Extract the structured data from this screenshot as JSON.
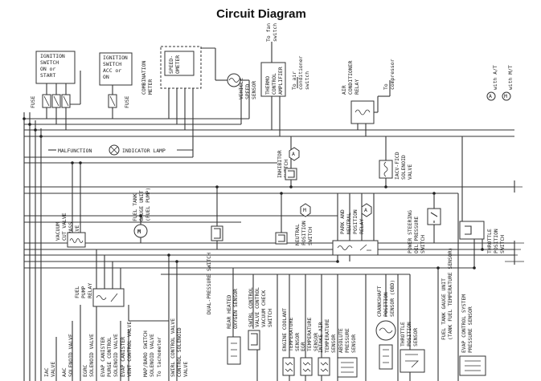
{
  "title": "Circuit Diagram",
  "labels": {
    "ign_start": [
      "IGNITION",
      "SWITCH",
      "ON or",
      "START"
    ],
    "ign_acc": [
      "IGNITION",
      "SWITCH",
      "ACC or",
      "ON"
    ],
    "fuse": "FUSE",
    "combination_meter": [
      "COMBINATION",
      "METER"
    ],
    "speedometer": [
      "SPEED-",
      "OMETER"
    ],
    "vehicle_speed_sensor": [
      "VEHICLE",
      "SPEED",
      "SENSOR"
    ],
    "thermo_amp": [
      "THERMO",
      "CONTROL",
      "AMPLIFIER"
    ],
    "to_fan_switch": [
      "To fan",
      "switch"
    ],
    "to_ac_switch": [
      "To air",
      "conditioner",
      "switch"
    ],
    "to_compressor": [
      "To",
      "compressor"
    ],
    "ac_relay": [
      "AIR",
      "CONDITIONER",
      "RELAY"
    ],
    "legend": [
      "with A/T",
      "with M/T"
    ],
    "malfunction_lamp": [
      "MALFUNCTION",
      "INDICATOR LAMP"
    ],
    "inhibitor_switch": [
      "INHIBITOR",
      "SWITCH"
    ],
    "iacv_ficd": [
      "IACV-FICD",
      "SOLENOID",
      "VALVE"
    ],
    "vacuum_cut_valve": [
      "VACUUM",
      "CUT VALVE",
      "BYPASS",
      "VALVE"
    ],
    "fuel_tank_gauge": [
      "FUEL TANK",
      "GAUGE UNIT",
      "(FUEL PUMP)"
    ],
    "neutral_switch": [
      "NEUTRAL",
      "POSITION",
      "SWITCH"
    ],
    "park_neutral_relay": [
      "PARK AND",
      "NEUTRAL",
      "POSITION",
      "RELAY"
    ],
    "power_steering_switch": [
      "POWER STEERING",
      "OIL PRESSURE",
      "SWITCH"
    ],
    "throttle_switch": [
      "THROTTLE",
      "POSITION",
      "SWITCH"
    ],
    "dual_pressure_switch": "DUAL-PRESSURE SWITCH",
    "fuel_pump_relay": [
      "FUEL",
      "PUMP",
      "RELAY"
    ],
    "map_baro": [
      "MAP/BARO SWITCH",
      "SOLENOID VALVE"
    ],
    "to_tachometer": "To tachometer",
    "swirl_valve": [
      "SWIRL CONTROL VALVE",
      "CONTROL SOLENOID",
      "VALVE"
    ],
    "rear_o2": [
      "REAR HEATED",
      "OXYGEN SENSOR"
    ],
    "swirl_vacuum_check": [
      "SWIRL CONTROL",
      "VALVE CONTROL",
      "VACUUM CHECK",
      "SWITCH"
    ],
    "coolant_temp": [
      "ENGINE COOLANT",
      "TEMPERATURE",
      "SENSOR"
    ],
    "egr_temp": [
      "EGR",
      "TEMPERATURE",
      "SENSOR"
    ],
    "intake_air_temp": [
      "INTAKE AIR",
      "TEMPERATURE",
      "SENSOR"
    ],
    "abs_pressure": [
      "ABSOLUTE",
      "PRESSURE",
      "SENSOR"
    ],
    "crankshaft": [
      "CRANKSHAFT",
      "POSITION",
      "SENSOR (OBD)"
    ],
    "throttle_sensor": [
      "THROTTLE",
      "POSITION",
      "SENSOR"
    ],
    "fuel_tank_temp": [
      "FUEL TANK GAUGE UNIT",
      "(TANK FUEL TEMPERATURE SENSOR)"
    ],
    "evap_pressure": [
      "EVAP CONTROL SYSTEM",
      "PRESSURE SENSOR"
    ],
    "evap_vent": [
      "EVAP CANISTER",
      "VENT CONTROL VALVE"
    ],
    "evap_purge": [
      "EVAP CANISTER",
      "PURGE CONTROL",
      "SOLENOID VALVE"
    ],
    "egrc": [
      "EGRC",
      "SOLENOID VALVE"
    ],
    "iac": [
      "IAC",
      "VALVE"
    ],
    "iacv_aac": [
      "AAC",
      "SOLENOID VALVE"
    ],
    "mark_A": "A",
    "mark_M": "M"
  }
}
